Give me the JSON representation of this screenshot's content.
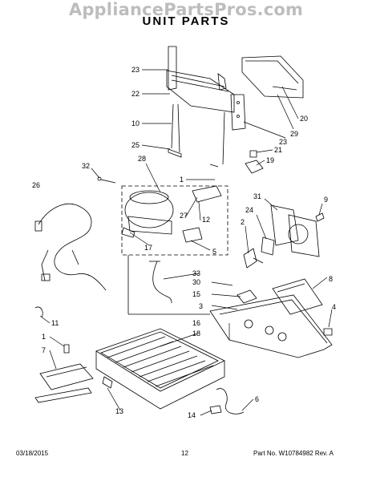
{
  "watermark": "AppliancePartsPros.com",
  "title": "UNIT PARTS",
  "callouts": [
    "23",
    "22",
    "10",
    "25",
    "28",
    "1",
    "32",
    "26",
    "27",
    "12",
    "17",
    "5",
    "33",
    "30",
    "15",
    "3",
    "11",
    "1",
    "7",
    "16",
    "18",
    "13",
    "14",
    "6",
    "20",
    "29",
    "23",
    "21",
    "19",
    "9",
    "31",
    "24",
    "2",
    "8",
    "4"
  ],
  "footer": {
    "date": "03/18/2015",
    "page": "12",
    "part": "Part No. W10784982 Rev. A"
  }
}
